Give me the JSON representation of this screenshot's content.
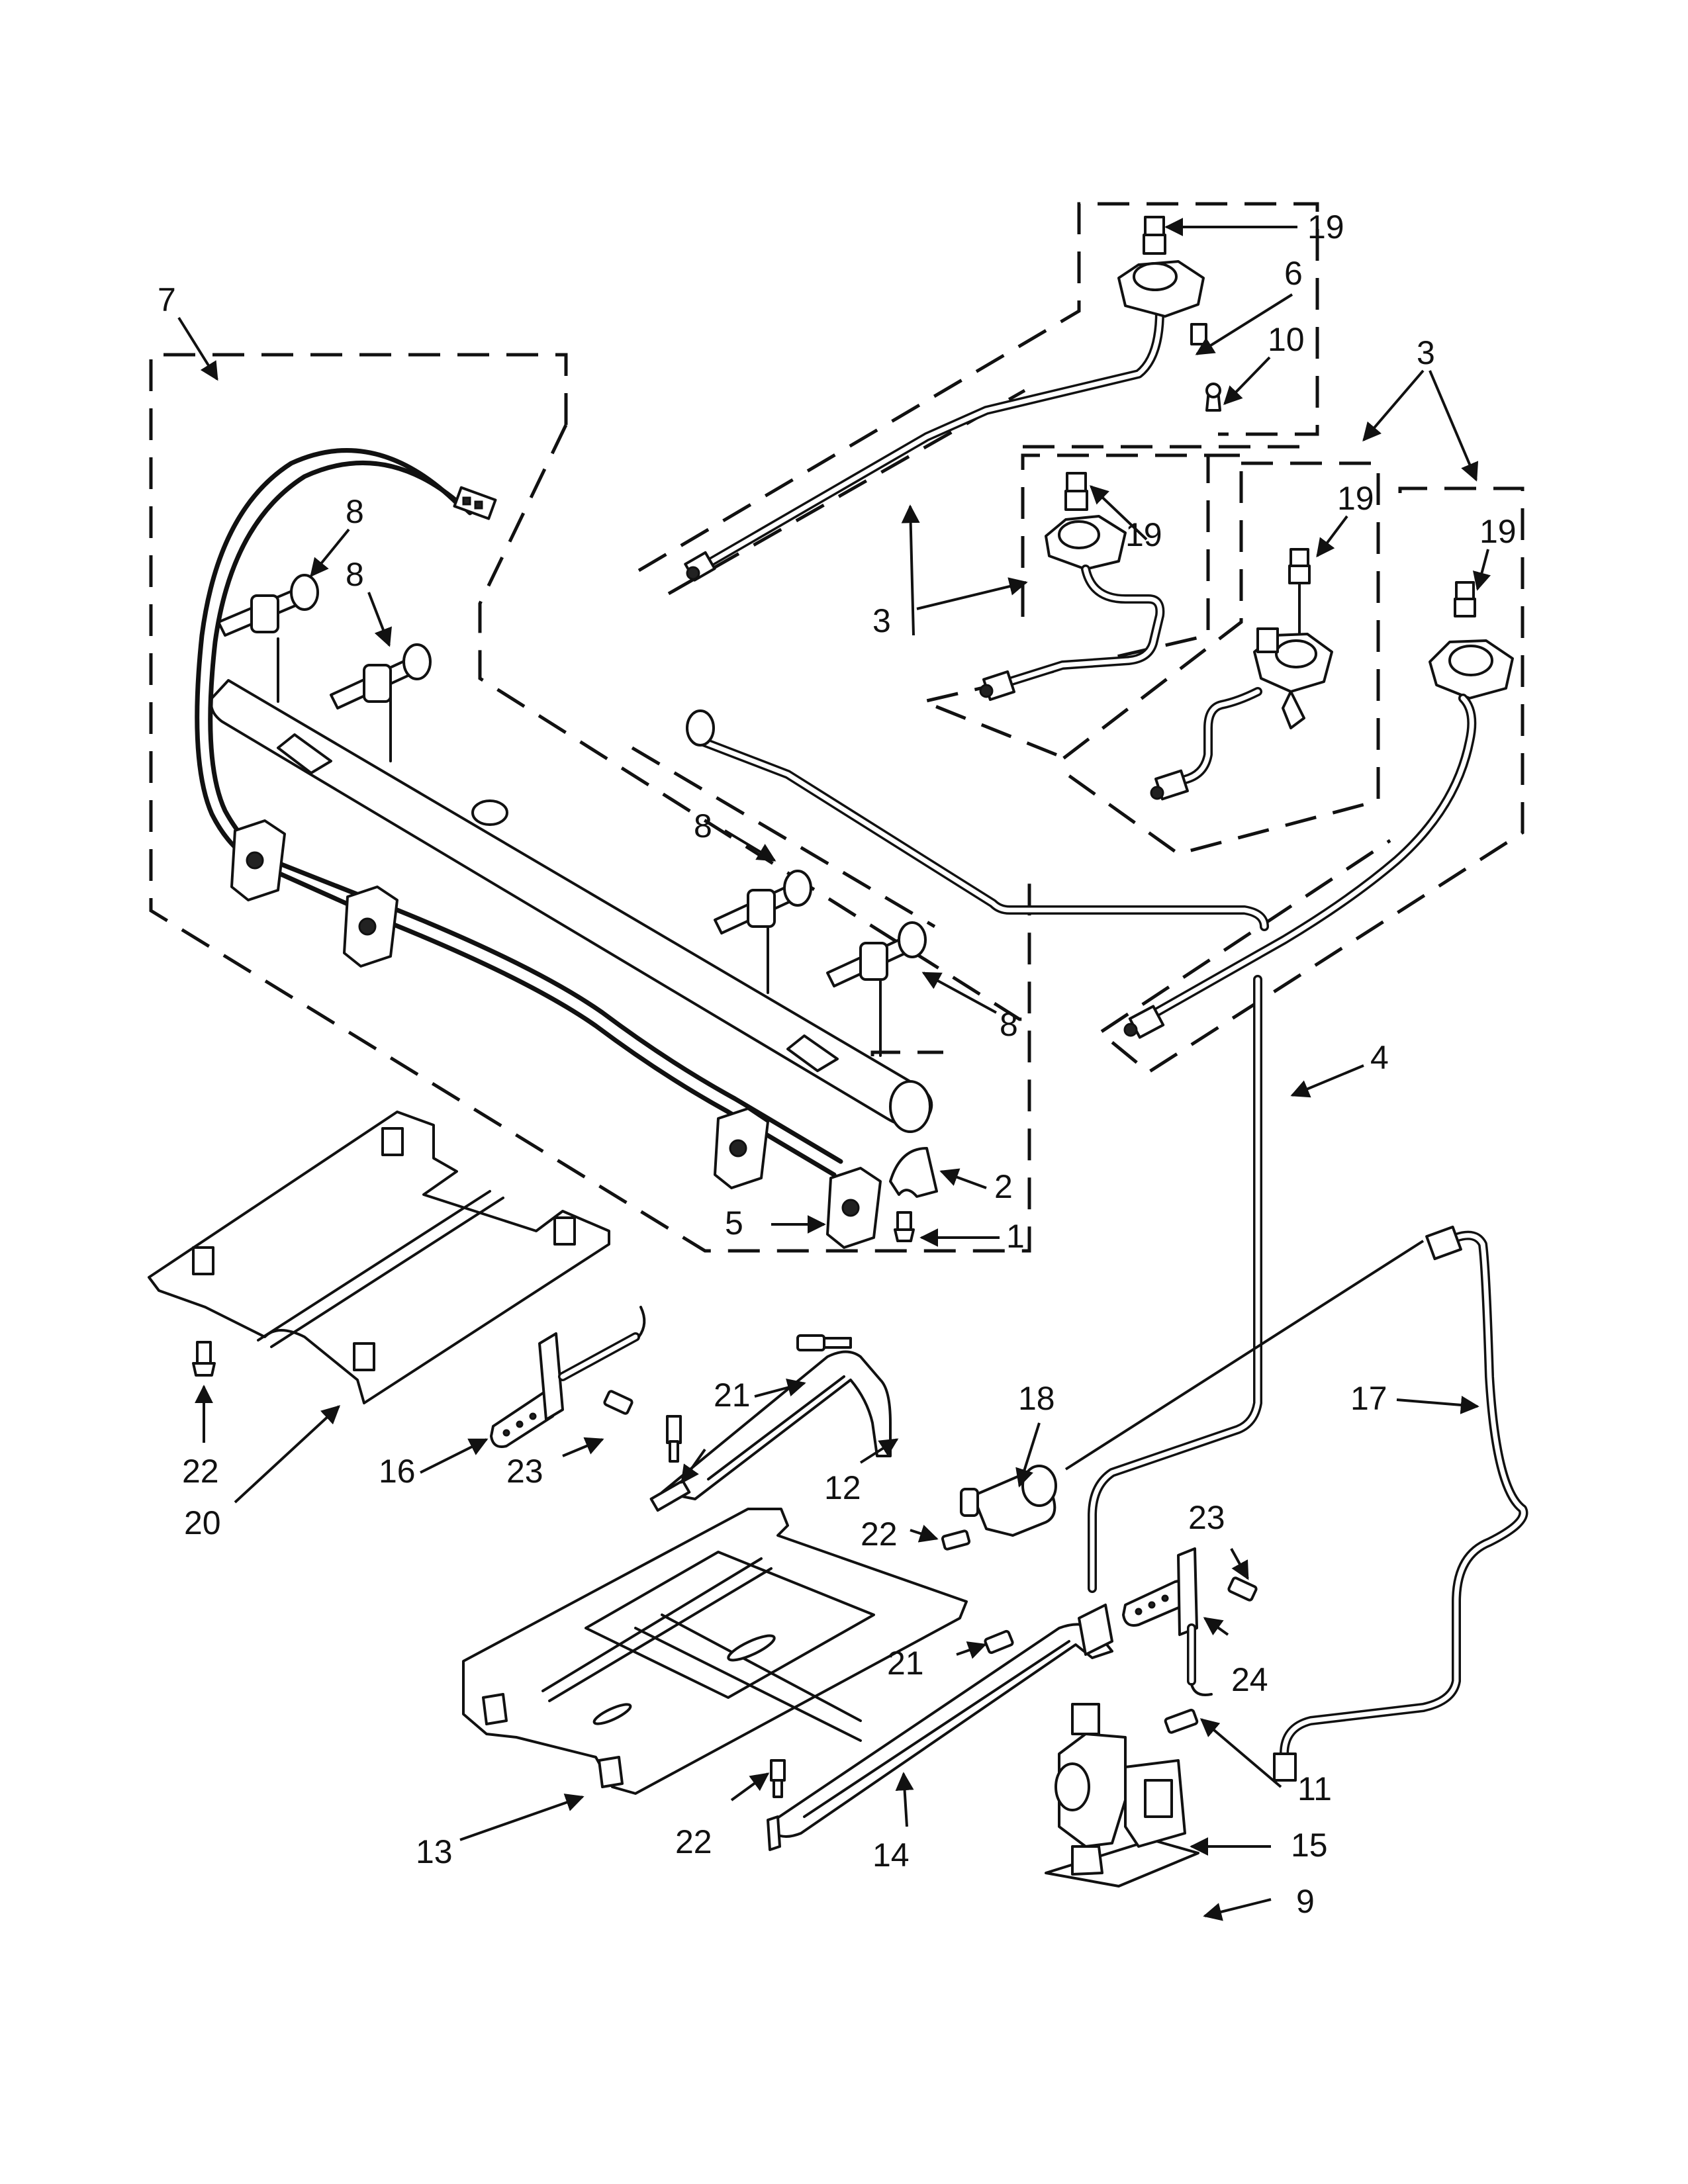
{
  "diagram": {
    "callouts": [
      {
        "id": "c7",
        "text": "7"
      },
      {
        "id": "c19a",
        "text": "19"
      },
      {
        "id": "c6",
        "text": "6"
      },
      {
        "id": "c10",
        "text": "10"
      },
      {
        "id": "c3a",
        "text": "3"
      },
      {
        "id": "c19b",
        "text": "19"
      },
      {
        "id": "c19c",
        "text": "19"
      },
      {
        "id": "c19d",
        "text": "19"
      },
      {
        "id": "c8a",
        "text": "8"
      },
      {
        "id": "c8b",
        "text": "8"
      },
      {
        "id": "c3b",
        "text": "3"
      },
      {
        "id": "c8c",
        "text": "8"
      },
      {
        "id": "c8d",
        "text": "8"
      },
      {
        "id": "c4",
        "text": "4"
      },
      {
        "id": "c2",
        "text": "2"
      },
      {
        "id": "c5",
        "text": "5"
      },
      {
        "id": "c1",
        "text": "1"
      },
      {
        "id": "c18",
        "text": "18"
      },
      {
        "id": "c17",
        "text": "17"
      },
      {
        "id": "c21a",
        "text": "21"
      },
      {
        "id": "c22a",
        "text": "22"
      },
      {
        "id": "c16",
        "text": "16"
      },
      {
        "id": "c23a",
        "text": "23"
      },
      {
        "id": "c12",
        "text": "12"
      },
      {
        "id": "c20",
        "text": "20"
      },
      {
        "id": "c22b",
        "text": "22"
      },
      {
        "id": "c23b",
        "text": "23"
      },
      {
        "id": "c21b",
        "text": "21"
      },
      {
        "id": "c24",
        "text": "24"
      },
      {
        "id": "c11",
        "text": "11"
      },
      {
        "id": "c13",
        "text": "13"
      },
      {
        "id": "c22c",
        "text": "22"
      },
      {
        "id": "c14",
        "text": "14"
      },
      {
        "id": "c15",
        "text": "15"
      },
      {
        "id": "c9",
        "text": "9"
      }
    ]
  }
}
